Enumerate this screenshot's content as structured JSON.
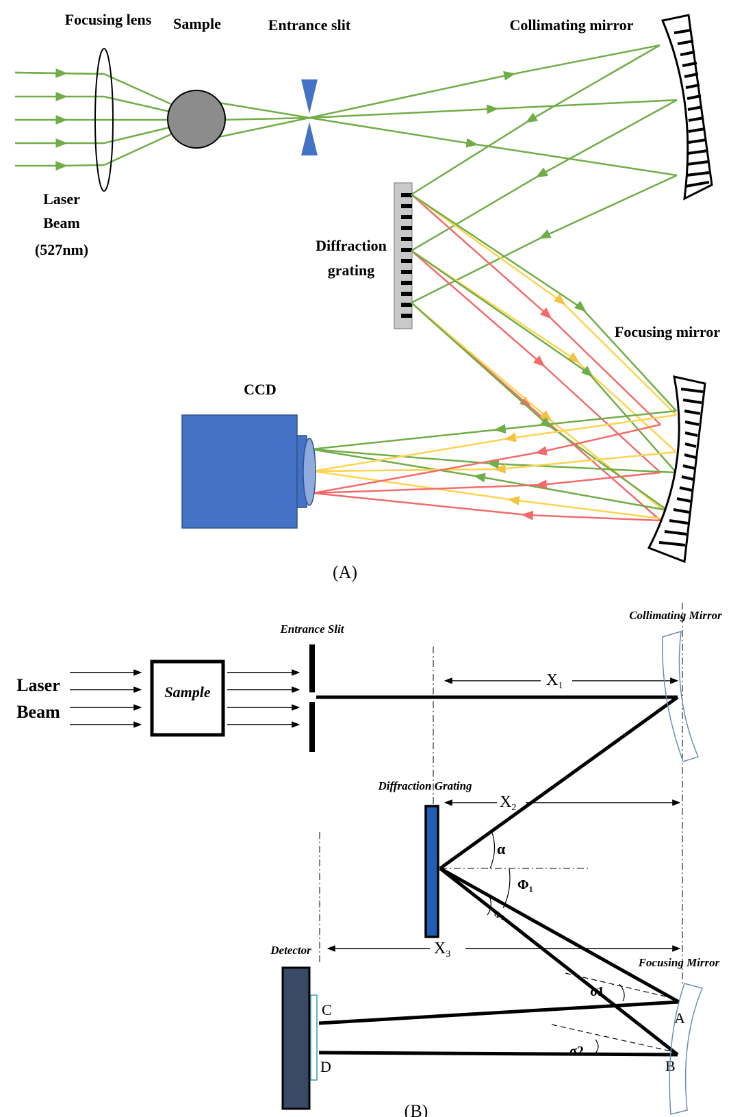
{
  "panel_a": {
    "caption": "(A)",
    "labels": {
      "focusing_lens": "Focusing lens",
      "sample": "Sample",
      "entrance_slit": "Entrance slit",
      "collimating_mirror": "Collimating mirror",
      "laser_line1": "Laser",
      "laser_line2": "Beam",
      "laser_line3": "(527nm)",
      "diffraction_line1": "Diffraction",
      "diffraction_line2": "grating",
      "focusing_mirror": "Focusing mirror",
      "ccd": "CCD"
    }
  },
  "panel_b": {
    "caption": "(B)",
    "labels": {
      "laser": "Laser",
      "beam": "Beam",
      "sample": "Sample",
      "entrance_slit": "Entrance Slit",
      "collimating_mirror": "Collimating Mirror",
      "diffraction_grating": "Diffraction Grating",
      "detector": "Detector",
      "focusing_mirror": "Focusing Mirror",
      "x1": "X",
      "x1_sub": "1",
      "x2": "X",
      "x2_sub": "2",
      "x3": "X",
      "x3_sub": "3",
      "alpha": "α",
      "phi1": "Φ",
      "phi1_sub": "1",
      "phi2": "Φ",
      "phi2_sub": "2",
      "sigma1": "σ1",
      "sigma2": "σ2",
      "point_a": "A",
      "point_b": "B",
      "point_c": "C",
      "point_d": "D"
    }
  },
  "colors": {
    "green": "#70ad47",
    "yellow": "#ffd34d",
    "red": "#f26b6b",
    "blue_component": "#4472c4",
    "detector_dark": "#3a4a66",
    "grating_blue": "#1f5fb4"
  }
}
